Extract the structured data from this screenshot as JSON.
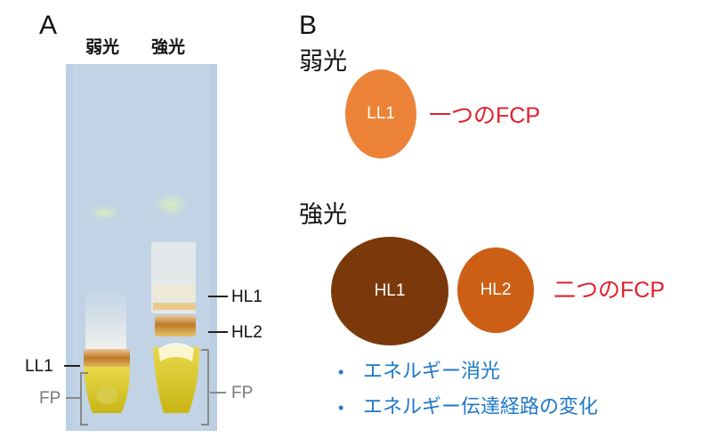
{
  "panel_a": {
    "letter": "A",
    "lanes": [
      "弱光",
      "強光"
    ],
    "labels": {
      "ll1": "LL1",
      "fp_left": "FP",
      "hl1": "HL1",
      "hl2": "HL2",
      "fp_right": "FP"
    }
  },
  "panel_b": {
    "letter": "B",
    "weak": {
      "title": "弱光",
      "circle_label": "LL1",
      "fcp_text": "一つのFCP"
    },
    "strong": {
      "title": "強光",
      "circle1_label": "HL1",
      "circle2_label": "HL2",
      "fcp_text": "二つのFCP"
    },
    "bullets": [
      "エネルギー消光",
      "エネルギー伝達経路の変化"
    ],
    "bullet_symbol": "•"
  },
  "colors": {
    "ll1": "#ec8338",
    "hl1": "#7a380b",
    "hl2": "#cd5f14",
    "fcp_text": "#e0202a",
    "bullet_text": "#1f78c8"
  }
}
